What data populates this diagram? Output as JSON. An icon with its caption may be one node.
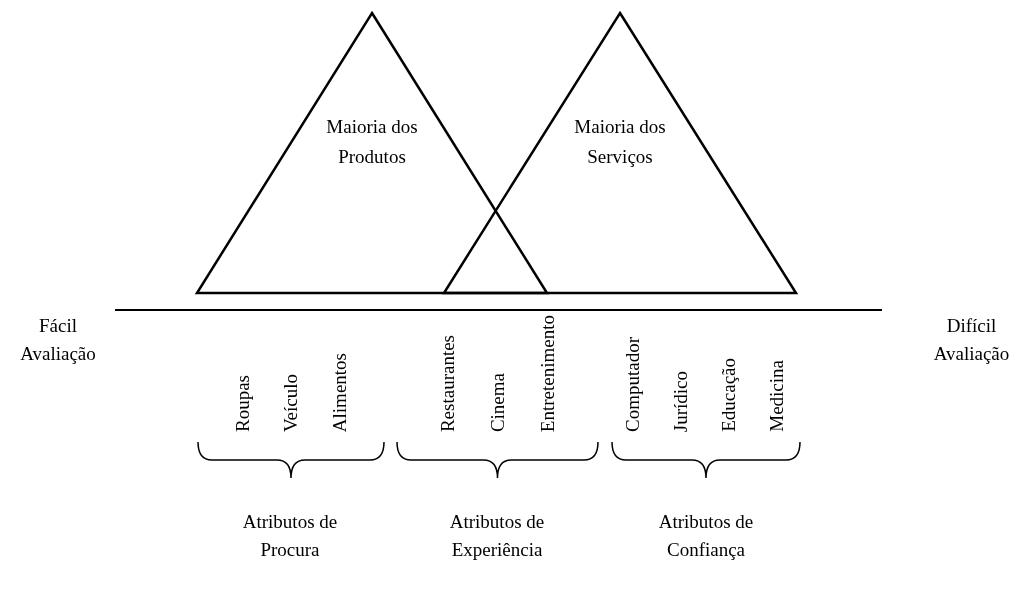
{
  "diagram": {
    "nodes": [
      {
        "text": [
          "Maioria dos Produtos"
        ]
      },
      {
        "text": [
          "Maioria dos Serviços"
        ]
      }
    ],
    "edges": [],
    "labels": [
      "Fácil Avaliação",
      "Difícil Avaliação",
      "Roupas",
      "Veículo",
      "Alimentos",
      "Restaurantes",
      "Cinema",
      "Entretenimento",
      "Computador",
      "Jurídico",
      "Educação",
      "Medicina",
      "Atributos de Procura",
      "Atributos de Experiência",
      "Atributos de Confiança"
    ]
  }
}
